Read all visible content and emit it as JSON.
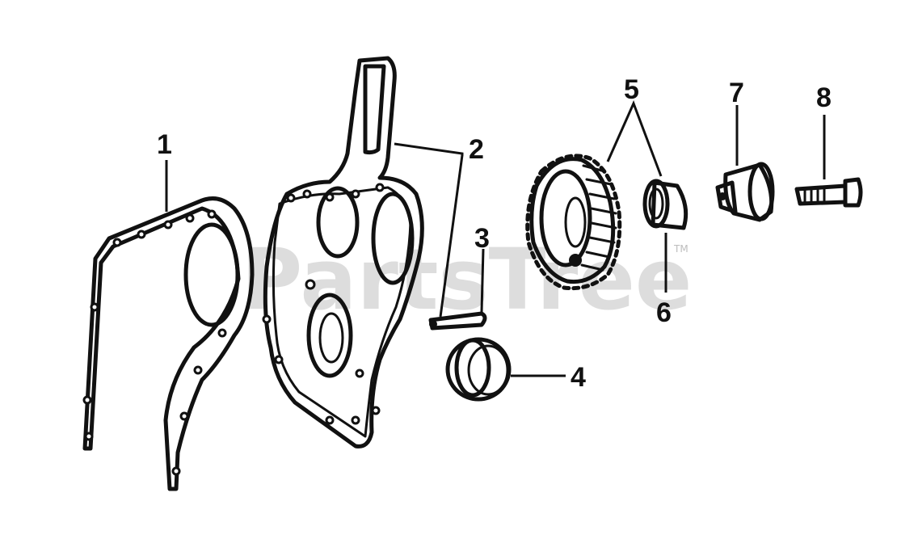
{
  "diagram": {
    "watermark": "PartsTree",
    "watermark_mark": "TM",
    "parts": [
      {
        "id": "gasket",
        "callout": "1"
      },
      {
        "id": "timing-cover",
        "callout": "2"
      },
      {
        "id": "dowel-pin",
        "callout": "3"
      },
      {
        "id": "oil-seal",
        "callout": "4"
      },
      {
        "id": "crank-gear",
        "callout": "5"
      },
      {
        "id": "spacer",
        "callout": "6"
      },
      {
        "id": "pulley-hub",
        "callout": "7"
      },
      {
        "id": "bolt",
        "callout": "8"
      }
    ]
  }
}
